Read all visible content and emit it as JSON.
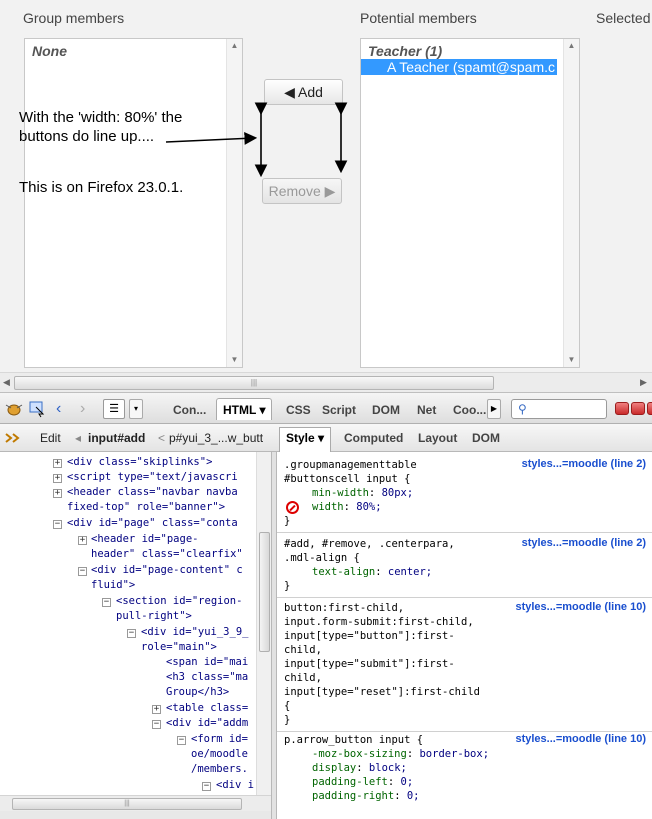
{
  "page": {
    "group_members_heading": "Group members",
    "potential_members_heading": "Potential members",
    "selected_heading": "Selected",
    "group_list": {
      "group_label": "None"
    },
    "potential_list": {
      "group_label": "Teacher (1)",
      "selected_option": "A Teacher (spamt@spam.c"
    },
    "add_button": "◀ Add",
    "remove_button": "Remove ▶",
    "annotation_line1": "With the 'width: 80%' the",
    "annotation_line2": "buttons do line up....",
    "annotation_line3": "This is on Firefox 23.0.1."
  },
  "firebug": {
    "toolbar": {
      "tabs": [
        "Con...",
        "HTML ▾",
        "CSS",
        "Script",
        "DOM",
        "Net",
        "Coo..."
      ],
      "active_tab": "HTML ▾"
    },
    "bar2": {
      "edit_label": "Edit",
      "breadcrumb_current": "input#add",
      "breadcrumb_sep": "<",
      "breadcrumb_parent": "p#yui_3_...w_butt",
      "side_tabs": [
        "Style ▾",
        "Computed",
        "Layout",
        "DOM"
      ],
      "active_side_tab": "Style ▾"
    },
    "html_lines": [
      "<div class=\"skiplinks\">",
      "<script type=\"text/javascri",
      "<header class=\"navbar navba",
      "fixed-top\" role=\"banner\">",
      "<div id=\"page\" class=\"conta",
      "<header id=\"page-",
      "header\" class=\"clearfix\"",
      "<div id=\"page-content\" c",
      "fluid\">",
      "<section id=\"region-",
      "pull-right\">",
      "<div id=\"yui_3_9_",
      "role=\"main\">",
      "<span id=\"mai",
      "<h3 class=\"ma",
      "Group</h3>",
      "<table class=",
      "<div id=\"addm",
      "<form id=",
      "oe/moodle",
      "/members.",
      "<div i"
    ],
    "style_rules": [
      {
        "selector": [
          ".groupmanagementtable",
          "#buttonscell input {"
        ],
        "source": "styles...=moodle (line 2)",
        "props": [
          {
            "name": "min-width",
            "value": "80px;"
          },
          {
            "name": "width",
            "value": "80%;"
          }
        ]
      },
      {
        "selector": [
          "#add, #remove, .centerpara,",
          ".mdl-align {"
        ],
        "source": "styles...=moodle (line 2)",
        "props": [
          {
            "name": "text-align",
            "value": "center;"
          }
        ]
      },
      {
        "selector": [
          "button:first-child,",
          "input.form-submit:first-child,",
          "input[type=\"button\"]:first-",
          "child,",
          "input[type=\"submit\"]:first-",
          "child,",
          "input[type=\"reset\"]:first-child",
          "{"
        ],
        "source": "styles...=moodle (line 10)",
        "props": []
      },
      {
        "selector": [
          "p.arrow_button input {"
        ],
        "source": "styles...=moodle (line 10)",
        "props": [
          {
            "name": "-moz-box-sizing",
            "value": "border-box;"
          },
          {
            "name": "display",
            "value": "block;"
          },
          {
            "name": "padding-left",
            "value": "0;"
          },
          {
            "name": "padding-right",
            "value": "0;"
          }
        ]
      }
    ],
    "close_brace": "}"
  }
}
